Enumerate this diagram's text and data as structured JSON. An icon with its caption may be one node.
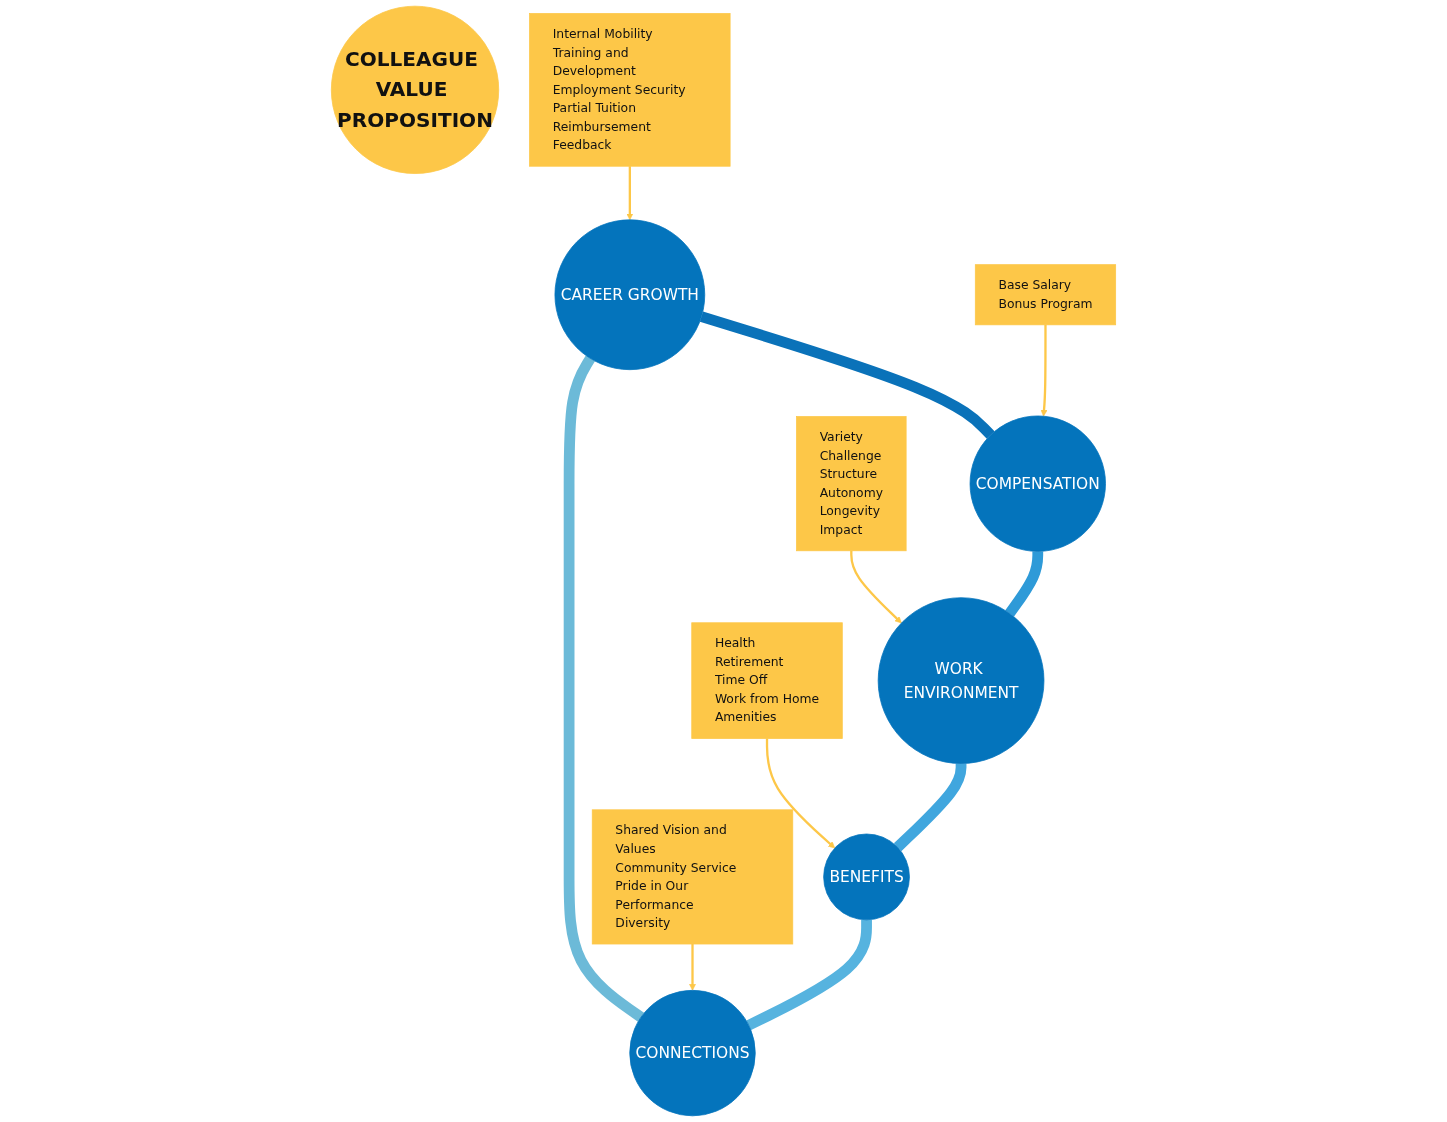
{
  "diagram": {
    "nodes": [
      {
        "text": [
          "COLLEAGUE VALUE PROPOSITION"
        ]
      },
      {
        "text": [
          "CAREER GROWTH"
        ]
      },
      {
        "text": [
          "COMPENSATION"
        ]
      },
      {
        "text": [
          "WORK ENVIRONMENT"
        ]
      },
      {
        "text": [
          "BENEFITS"
        ]
      },
      {
        "text": [
          "CONNECTIONS"
        ]
      },
      {
        "text": [
          "Internal Mobility",
          "Training and Development",
          "Employment Security",
          "Partial Tuition Reimbursement",
          "Feedback"
        ]
      },
      {
        "text": [
          "Base Salary",
          "Bonus Program"
        ]
      },
      {
        "text": [
          "Variety",
          "Challenge",
          "Structure",
          "Autonomy",
          "Longevity",
          "Impact"
        ]
      },
      {
        "text": [
          "Health",
          "Retirement",
          "Time Off",
          "Work from Home",
          "Amenities"
        ]
      },
      {
        "text": [
          "Shared Vision and Values",
          "Community Service",
          "Pride in Our Performance",
          "Diversity"
        ]
      }
    ],
    "edges": [
      {
        "from": 1,
        "to": 2,
        "arrow": "none",
        "style": "thick",
        "color": "#0a72b9"
      },
      {
        "from": 2,
        "to": 3,
        "arrow": "none",
        "style": "thick",
        "color": "#2e9ad8"
      },
      {
        "from": 3,
        "to": 4,
        "arrow": "none",
        "style": "thick",
        "color": "#40a6de"
      },
      {
        "from": 4,
        "to": 5,
        "arrow": "none",
        "style": "thick",
        "color": "#56b3df"
      },
      {
        "from": 5,
        "to": 1,
        "arrow": "none",
        "style": "thick",
        "color": "#6cbad8"
      },
      {
        "from": 6,
        "to": 1,
        "arrow": "to",
        "color": "#fdc748"
      },
      {
        "from": 7,
        "to": 2,
        "arrow": "to",
        "color": "#fdc748"
      },
      {
        "from": 8,
        "to": 3,
        "arrow": "to",
        "color": "#fdc748"
      },
      {
        "from": 9,
        "to": 4,
        "arrow": "to",
        "color": "#fdc748"
      },
      {
        "from": 10,
        "to": 5,
        "arrow": "to",
        "color": "#fdc748"
      }
    ]
  }
}
